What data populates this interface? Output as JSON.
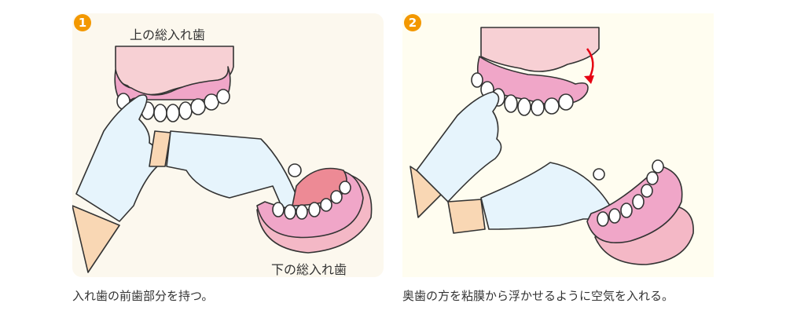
{
  "steps": [
    {
      "number": "1",
      "upper_label": "上の総入れ歯",
      "lower_label": "下の総入れ歯",
      "caption": "入れ歯の前歯部分を持つ。"
    },
    {
      "number": "2",
      "caption": "奥歯の方を粘膜から浮かせるように空気を入れる。"
    }
  ],
  "colors": {
    "badge": "#f39800",
    "gum": "#f0a6c8",
    "palate": "#f7d0d4",
    "glove": "#e6f4fc",
    "skin": "#f9d7b4",
    "arrow": "#e60012"
  }
}
